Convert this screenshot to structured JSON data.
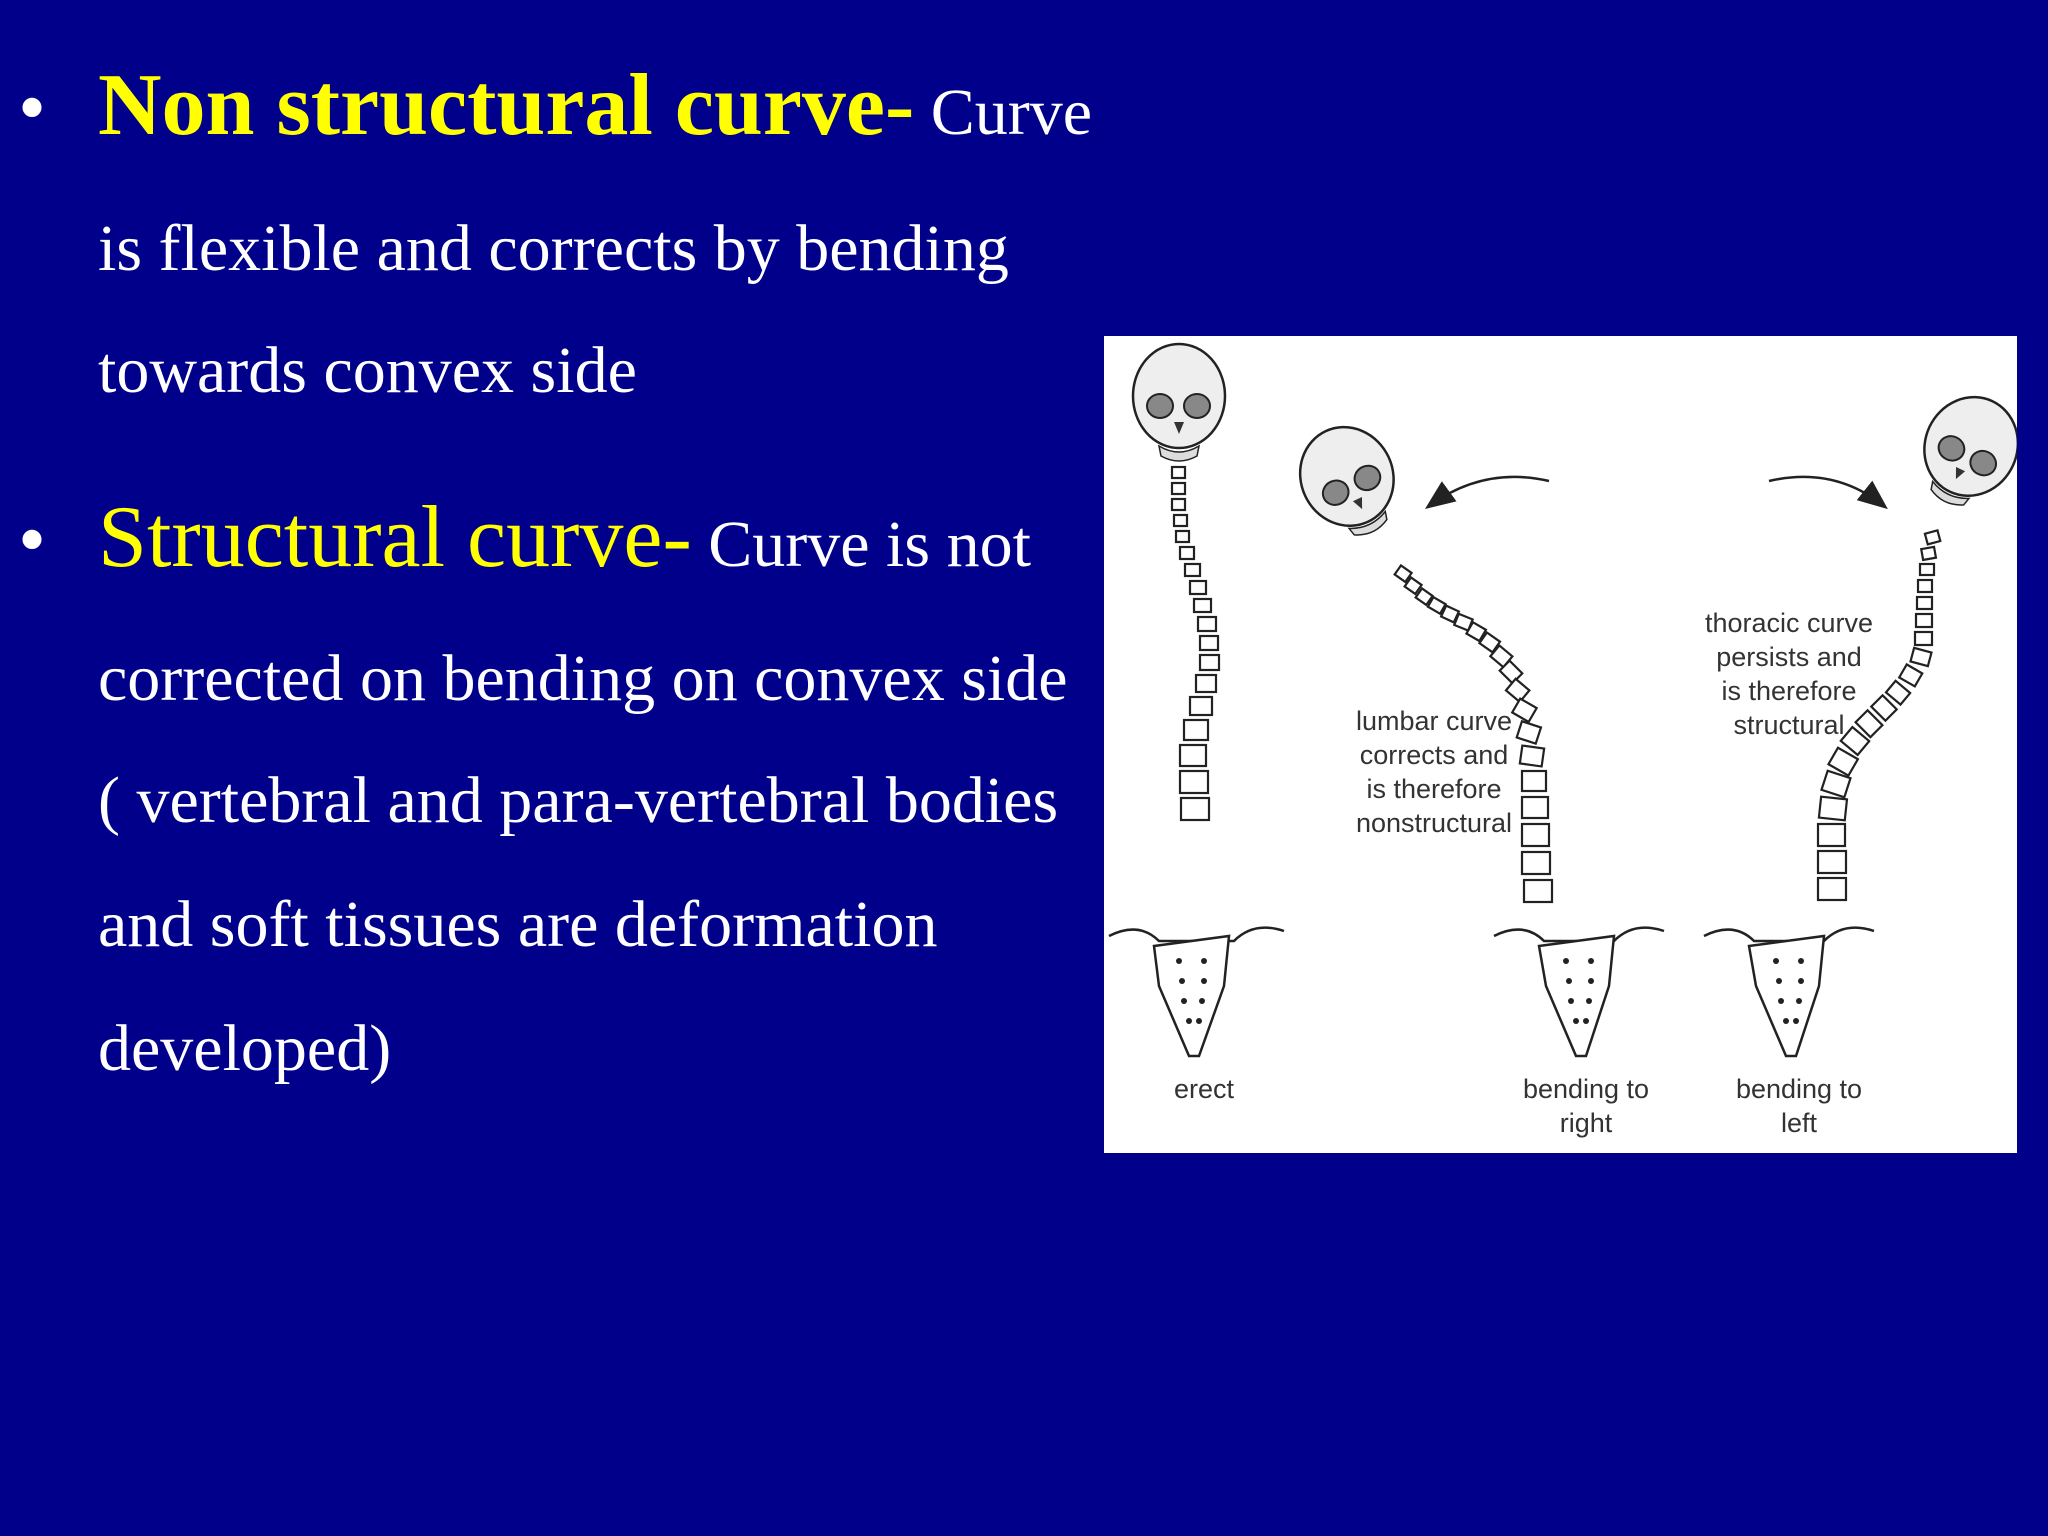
{
  "bullets": [
    {
      "term": "Non structural curve-",
      "text_lines": [
        "Curve",
        "is flexible and corrects by bending",
        "towards convex side"
      ]
    },
    {
      "term": "Structural curve-",
      "text_lines": [
        "Curve is not",
        "corrected on bending on convex side",
        "( vertebral and para-vertebral bodies",
        "and soft tissues are deformation",
        "developed)"
      ]
    }
  ],
  "figure": {
    "labels": {
      "erect": "erect",
      "bending_right_1": "bending to",
      "bending_right_2": "right",
      "bending_left_1": "bending to",
      "bending_left_2": "left",
      "lumbar_1": "lumbar curve",
      "lumbar_2": "corrects and",
      "lumbar_3": "is therefore",
      "lumbar_4": "nonstructural",
      "thoracic_1": "thoracic curve",
      "thoracic_2": "persists and",
      "thoracic_3": "is therefore",
      "thoracic_4": "structural"
    }
  },
  "colors": {
    "background": "#00008b",
    "term": "#ffff00",
    "body_text": "#ffffff"
  }
}
